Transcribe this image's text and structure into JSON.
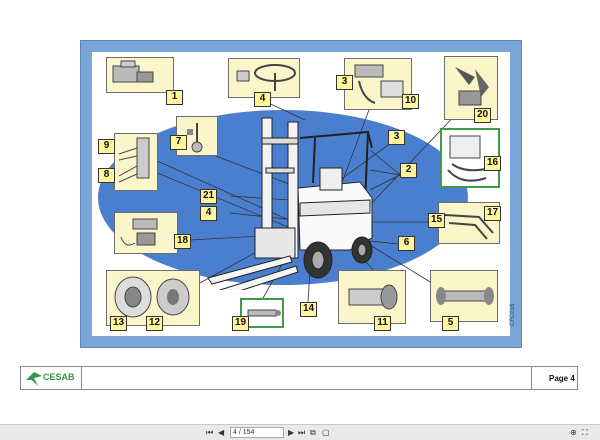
{
  "document": {
    "figure_code": "CFC016",
    "page_label": "Page 4",
    "logo_text": "CESAB"
  },
  "callouts": {
    "c1": "1",
    "c2": "2",
    "c3a": "3",
    "c3b": "3",
    "c4a": "4",
    "c4b": "4",
    "c5": "5",
    "c6": "6",
    "c7": "7",
    "c8": "8",
    "c9": "9",
    "c10": "10",
    "c11": "11",
    "c12": "12",
    "c13": "13",
    "c14": "14",
    "c15": "15",
    "c16": "16",
    "c17": "17",
    "c18": "18",
    "c19": "19",
    "c20": "20",
    "c21": "21"
  },
  "viewer": {
    "first_icon": "first-page-icon",
    "prev_icon": "previous-page-icon",
    "page_value": "4",
    "page_total": "/ 154",
    "next_icon": "next-page-icon",
    "last_icon": "last-page-icon"
  },
  "colors": {
    "frame": "#7aa5d8",
    "ellipse": "#4a7fd0",
    "thumb_bg": "#fbf6c9",
    "callout_bg": "#fff59a",
    "green_border": "#3f9a4c"
  }
}
